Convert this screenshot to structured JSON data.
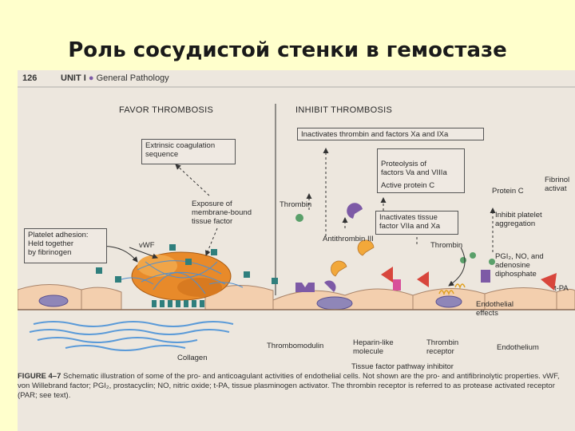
{
  "slide_title": "Роль сосудистой стенки в гемостазе",
  "page_number": "126",
  "unit_label": "UNIT I",
  "unit_title": "General Pathology",
  "favor_header": "FAVOR THROMBOSIS",
  "inhibit_header": "INHIBIT THROMBOSIS",
  "favor_labels": {
    "extrinsic": "Extrinsic coagulation\nsequence",
    "exposure": "Exposure of\nmembrane-bound\ntissue factor",
    "platelet": "Platelet adhesion:\nHeld together\nby fibrinogen",
    "vwf": "vWF",
    "collagen": "Collagen"
  },
  "inhibit_labels": {
    "inactivates_thrombin": "Inactivates thrombin and factors Xa and IXa",
    "proteolysis": "Proteolysis of\nfactors Va and VIIIa",
    "active_protein_c": "Active protein C",
    "protein_c": "Protein C",
    "fibrinolysis": "Fibrinol\nactivat",
    "thrombin": "Thrombin",
    "inactivates_tissue": "Inactivates tissue\nfactor VIIa and Xa",
    "inhibit_platelet": "Inhibit platelet\naggregation",
    "antithrombin": "Antithrombin III",
    "thrombin2": "Thrombin",
    "pgi2": "PGI₂, NO, and\nadenosine\ndiphosphate",
    "tpa": "t-PA",
    "endothelial_effects": "Endothelial\neffects",
    "thrombomodulin": "Thrombomodulin",
    "heparin": "Heparin-like\nmolecule",
    "thrombin_receptor": "Thrombin\nreceptor",
    "endothelium": "Endothelium",
    "tfpi": "Tissue factor pathway inhibitor"
  },
  "caption": {
    "label": "FIGURE 4–7",
    "text": "Schematic illustration of some of the pro- and anticoagulant activities of endothelial cells. Not shown are the pro- and antifibrinolytic properties. vWF, von Willebrand factor; PGI₂, prostacyclin; NO, nitric oxide; t-PA, tissue plasminogen activator. The thrombin receptor is referred to as protease activated receptor (PAR; see text)."
  },
  "colors": {
    "background": "#ffffcc",
    "scan": "#ede7de",
    "endothelium": "#f3cfae",
    "platelet": "#e88a2a",
    "fibrin": "#4f8fd0",
    "teal": "#2f7f7d",
    "purple": "#7d5aa6",
    "nucleus": "#8f86b8",
    "antithrombin": "#f2a83a",
    "thrombomodulin": "#d8463c"
  }
}
